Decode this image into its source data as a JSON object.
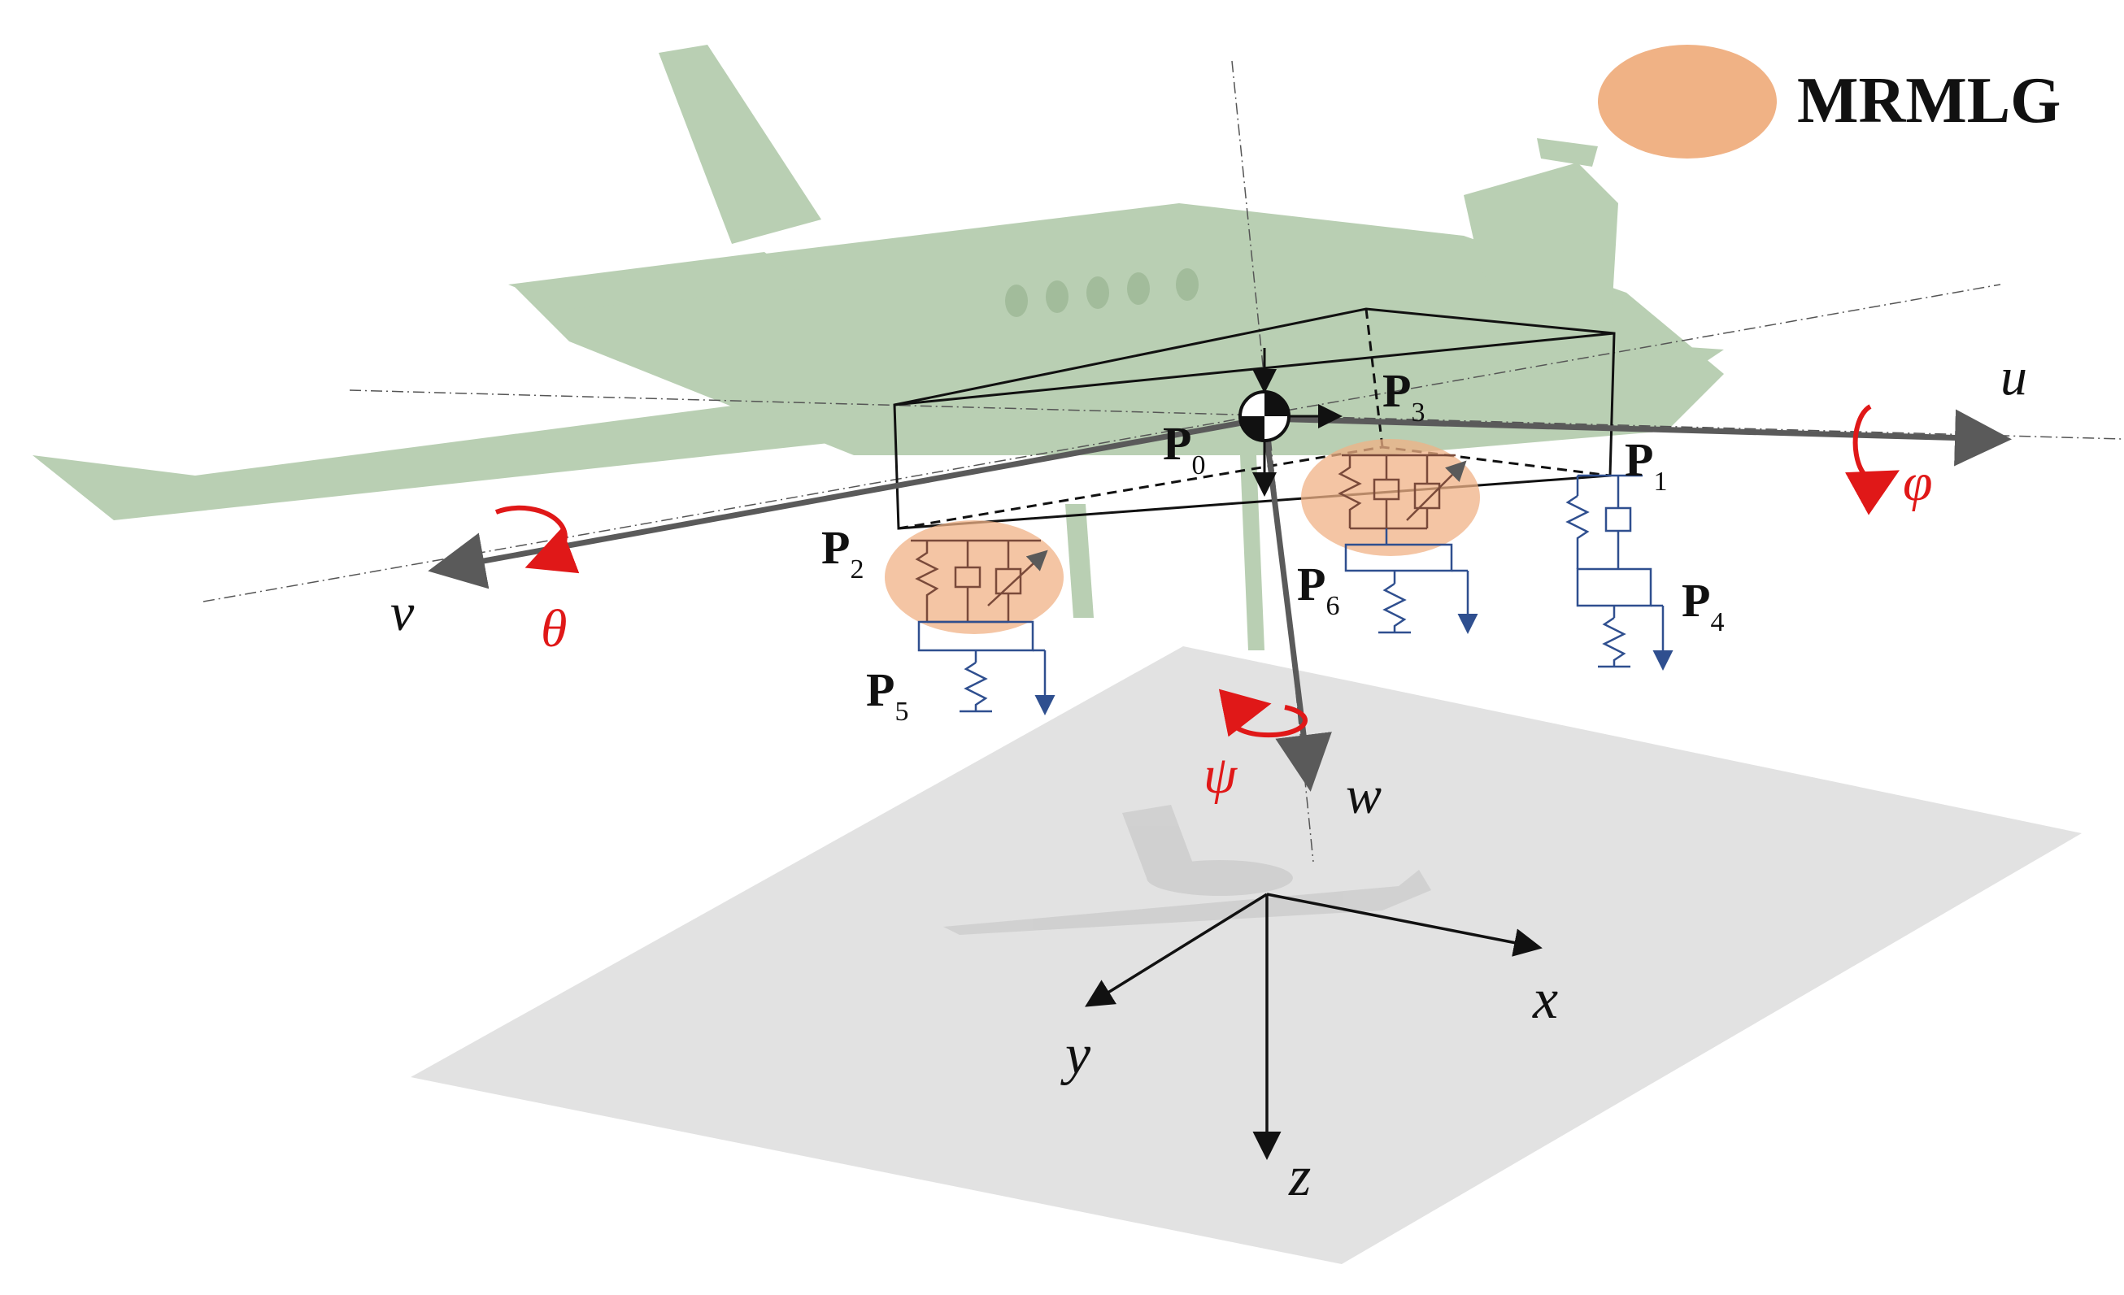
{
  "legend": {
    "label": "MRMLG",
    "swatch_color": "#f0b285"
  },
  "colors": {
    "aircraft": "#b9cfb3",
    "ground": "#e2e2e2",
    "axis": "#5a5a5a",
    "rotation": "#e01818",
    "suspension_upper": "#7a4a3a",
    "suspension_lower": "#2f4f8f"
  },
  "points": {
    "p0": {
      "main": "P",
      "sub": "0"
    },
    "p1": {
      "main": "P",
      "sub": "1"
    },
    "p2": {
      "main": "P",
      "sub": "2"
    },
    "p3": {
      "main": "P",
      "sub": "3"
    },
    "p4": {
      "main": "P",
      "sub": "4"
    },
    "p5": {
      "main": "P",
      "sub": "5"
    },
    "p6": {
      "main": "P",
      "sub": "6"
    }
  },
  "body_axes": {
    "u": "u",
    "v": "v",
    "w": "w"
  },
  "rotations": {
    "phi": "φ",
    "theta": "θ",
    "psi": "ψ"
  },
  "ground_axes": {
    "x": "x",
    "y": "y",
    "z": "z"
  }
}
